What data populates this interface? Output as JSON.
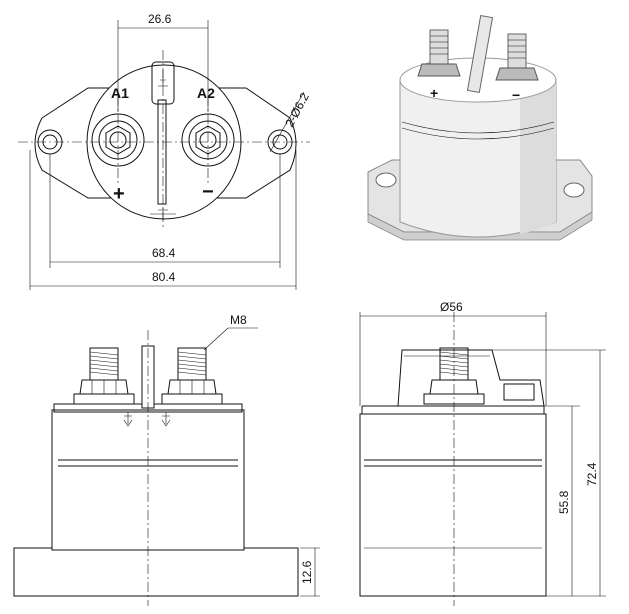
{
  "dimensions": {
    "terminal_spacing": "26.6",
    "hole_spec": "2-Ø6.2",
    "mount_hole_spacing": "68.4",
    "overall_width": "80.4",
    "thread": "M8",
    "body_diameter": "Ø56",
    "total_height": "72.4",
    "body_height": "55.8",
    "base_thickness": "12.6"
  },
  "labels": {
    "terminal_a1": "A1",
    "terminal_a2": "A2",
    "plus": "+",
    "minus": "−"
  },
  "colors": {
    "line": "#111111",
    "background": "#ffffff",
    "render_body": "#eeeeee",
    "render_shadow": "#bbbbbb"
  }
}
